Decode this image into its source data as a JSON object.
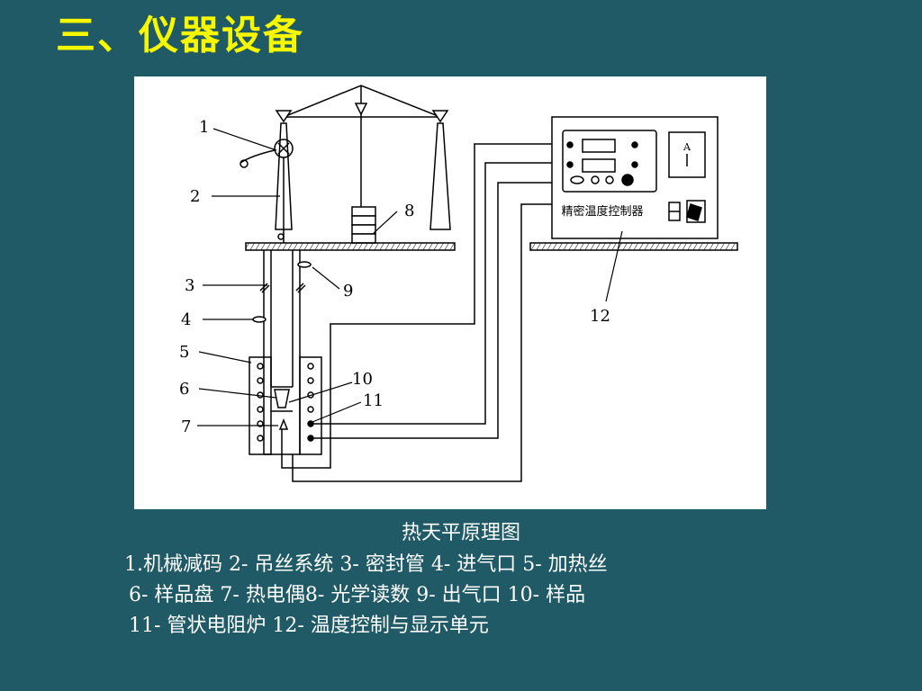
{
  "slide": {
    "title": "三、仪器设备"
  },
  "diagram": {
    "callouts": [
      "1",
      "2",
      "3",
      "4",
      "5",
      "6",
      "7",
      "8",
      "9",
      "10",
      "11",
      "12"
    ],
    "controller_label": "精密温度控制器",
    "ammeter_symbol": "A",
    "ammeter_sub": "~"
  },
  "caption": "热天平原理图",
  "legend": {
    "line1": "1.机械减码  2- 吊丝系统  3- 密封管  4- 进气口  5- 加热丝",
    "line2": "6- 样品盘  7- 热电偶8- 光学读数  9- 出气口  10- 样品",
    "line3": "11- 管状电阻炉  12- 温度控制与显示单元"
  }
}
